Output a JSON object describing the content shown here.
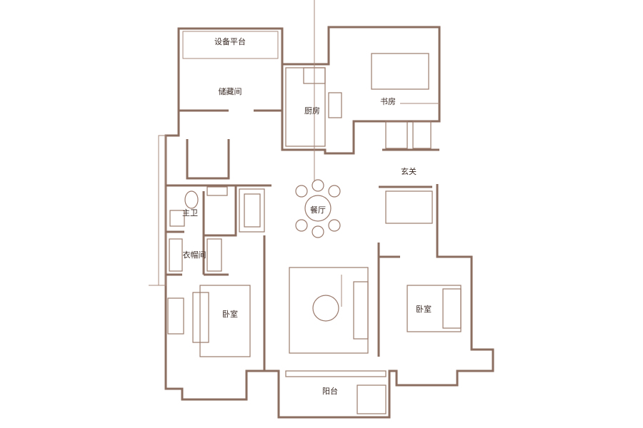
{
  "floor_plan": {
    "rooms": {
      "equipment_platform": "设备平台",
      "storage": "储藏间",
      "kitchen": "厨房",
      "study": "书房",
      "foyer": "玄关",
      "dining": "餐厅",
      "master_bath": "主卫",
      "closet": "衣帽间",
      "bedroom_left": "卧室",
      "bedroom_right": "卧室",
      "balcony": "阳台"
    },
    "colors": {
      "wall": "#8c6e60",
      "line": "#a88a7c"
    }
  }
}
